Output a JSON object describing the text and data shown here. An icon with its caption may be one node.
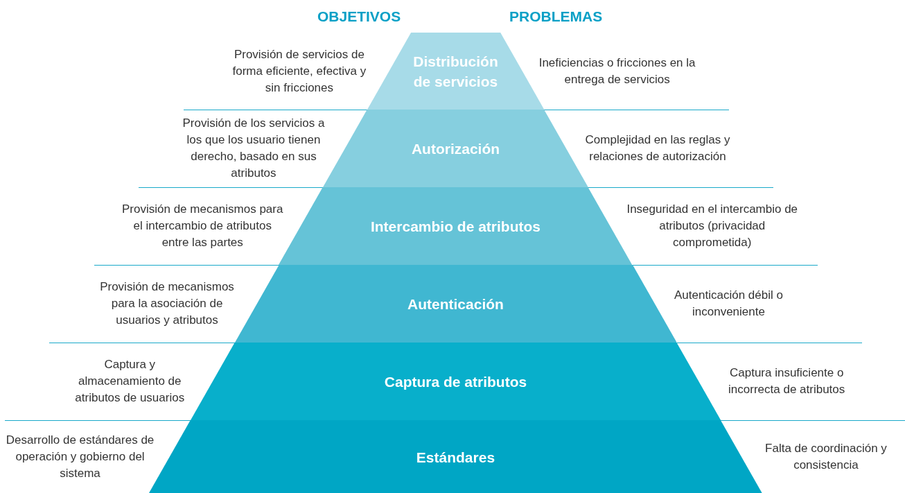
{
  "diagram": {
    "nodes": [
      {
        "text": [
          "Distribución de servicios"
        ],
        "beside": [
          "Provisión de servicios de forma eficiente, efectiva y sin fricciones",
          "Ineficiencias o fricciones en la entrega de servicios"
        ]
      },
      {
        "text": [
          "Autorización"
        ],
        "beside": [
          "Provisión de los servicios a los que los usuario tienen derecho, basado en sus atributos",
          "Complejidad en las reglas y relaciones de autorización"
        ]
      },
      {
        "text": [
          "Intercambio de atributos"
        ],
        "beside": [
          "Provisión de mecanismos para el intercambio de atributos entre las partes",
          "Inseguridad en el intercambio de atributos (privacidad comprometida)"
        ]
      },
      {
        "text": [
          "Autenticación"
        ],
        "beside": [
          "Provisión de mecanismos para la asociación de usuarios y atributos",
          "Autenticación débil o inconveniente"
        ]
      },
      {
        "text": [
          "Captura de atributos"
        ],
        "beside": [
          "Captura y almacenamiento de atributos de usuarios",
          "Captura insuficiente o incorrecta de atributos"
        ]
      },
      {
        "text": [
          "Estándares"
        ],
        "beside": [
          "Desarrollo de estándares de operación y gobierno del sistema",
          "Falta de coordinación y consistencia"
        ]
      }
    ],
    "labels": [
      "OBJETIVOS",
      "PROBLEMAS"
    ]
  }
}
